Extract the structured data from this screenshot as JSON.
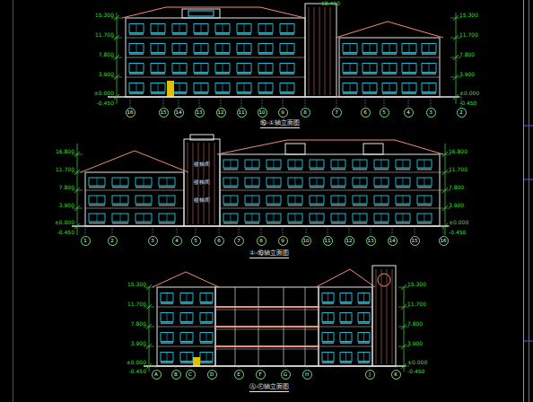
{
  "diagram": {
    "nodes": [
      {
        "text": [
          "16"
        ]
      },
      {
        "text": [
          "15"
        ]
      },
      {
        "text": [
          "14"
        ]
      },
      {
        "text": [
          "13"
        ]
      },
      {
        "text": [
          "12"
        ]
      },
      {
        "text": [
          "11"
        ]
      },
      {
        "text": [
          "10"
        ]
      },
      {
        "text": [
          "9"
        ]
      },
      {
        "text": [
          "8"
        ]
      },
      {
        "text": [
          "7"
        ]
      },
      {
        "text": [
          "6"
        ]
      },
      {
        "text": [
          "5"
        ]
      },
      {
        "text": [
          "4"
        ]
      },
      {
        "text": [
          "3"
        ]
      },
      {
        "text": [
          "2"
        ]
      },
      {
        "text": [
          "1"
        ]
      },
      {
        "text": [
          "2"
        ]
      },
      {
        "text": [
          "3"
        ]
      },
      {
        "text": [
          "4"
        ]
      },
      {
        "text": [
          "5"
        ]
      },
      {
        "text": [
          "6"
        ]
      },
      {
        "text": [
          "7"
        ]
      },
      {
        "text": [
          "8"
        ]
      },
      {
        "text": [
          "9"
        ]
      },
      {
        "text": [
          "10"
        ]
      },
      {
        "text": [
          "11"
        ]
      },
      {
        "text": [
          "12"
        ]
      },
      {
        "text": [
          "13"
        ]
      },
      {
        "text": [
          "14"
        ]
      },
      {
        "text": [
          "15"
        ]
      },
      {
        "text": [
          "16"
        ]
      },
      {
        "text": [
          "A"
        ]
      },
      {
        "text": [
          "B"
        ]
      },
      {
        "text": [
          "C"
        ]
      },
      {
        "text": [
          "D"
        ]
      },
      {
        "text": [
          "E"
        ]
      },
      {
        "text": [
          "F"
        ]
      },
      {
        "text": [
          "G"
        ]
      },
      {
        "text": [
          "H"
        ]
      },
      {
        "text": [
          "J"
        ]
      },
      {
        "text": [
          "K"
        ]
      }
    ],
    "labels": [
      "15.300",
      "11.700",
      "7.800",
      "3.900",
      "±0.000",
      "-0.450",
      "15.300",
      "11.700",
      "7.800",
      "3.900",
      "±0.000",
      "-0.450",
      "18.450",
      "⑯-①轴立面图",
      "16.800",
      "11.700",
      "7.800",
      "3.900",
      "±0.000",
      "-0.450",
      "16.800",
      "11.700",
      "7.800",
      "3.900",
      "±0.000",
      "-0.450",
      "楼梯间",
      "楼梯间",
      "楼梯间",
      "①-⑯轴立面图",
      "15.300",
      "11.700",
      "7.800",
      "3.900",
      "±0.000",
      "-0.450",
      "15.300",
      "11.700",
      "7.800",
      "3.900",
      "±0.000",
      "-0.450",
      "Ⓐ-Ⓕ轴立面图"
    ]
  }
}
